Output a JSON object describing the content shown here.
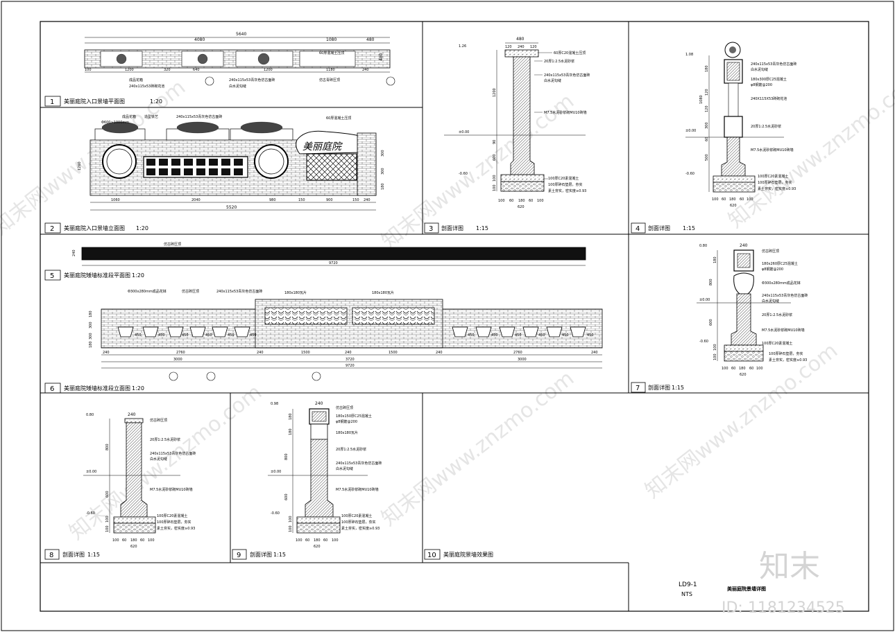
{
  "sheet": {
    "code": "LD9-1",
    "scale_note": "NTS",
    "title": "美丽庭院景墙详图",
    "brand": "知末",
    "id_label": "ID: 1181234525",
    "watermark": "知末网www.znzmo.com"
  },
  "panels": [
    {
      "num": "1",
      "title": "美丽庭院入口景墙平面图",
      "scale": "1:20"
    },
    {
      "num": "2",
      "title": "美丽庭院入口景墙立面图",
      "scale": "1:20"
    },
    {
      "num": "3",
      "title": "剖面详图",
      "scale": "1:15"
    },
    {
      "num": "4",
      "title": "剖面详图",
      "scale": "1:15"
    },
    {
      "num": "5",
      "title": "美丽庭院矮墙标准段平面图",
      "scale": "1:20"
    },
    {
      "num": "6",
      "title": "美丽庭院矮墙标准段立面图",
      "scale": "1:20"
    },
    {
      "num": "7",
      "title": "剖面详图",
      "scale": "1:15"
    },
    {
      "num": "8",
      "title": "剖面详图",
      "scale": "1:15"
    },
    {
      "num": "9",
      "title": "剖面详图",
      "scale": "1:15"
    },
    {
      "num": "10",
      "title": "美丽庭院景墙效果图",
      "scale": ""
    }
  ],
  "p1": {
    "dims_top": [
      "5640",
      "4080",
      "1080",
      "480"
    ],
    "dims_bottom": [
      "100",
      "1200",
      "320",
      "640",
      "1200",
      "1180",
      "240"
    ],
    "notes": [
      "240x115x53青灰色仿古面砖",
      "白水泥勾缝",
      "成品花箱",
      "60厚混凝土压顶",
      "仿古青砖压顶",
      "240x115x53砖砌花池"
    ],
    "wall_height": "480"
  },
  "p2": {
    "sign_text": "美丽庭院",
    "dims_bottom": [
      "1060",
      "2040",
      "980",
      "150",
      "900",
      "150",
      "240"
    ],
    "dim_total": "5520",
    "dims_right": [
      "1260",
      "300",
      "300",
      "180"
    ],
    "notes": [
      "成品花箱",
      "240x115x53青灰色仿古面砖",
      "60厚混凝土压顶",
      "造型铁艺",
      "Φ600~1000mm"
    ]
  },
  "p3": {
    "top_dim": "480",
    "top_sub": [
      "120",
      "240",
      "120"
    ],
    "levels": [
      "1.26",
      "±0.00",
      "-0.60"
    ],
    "vdims": [
      "1200",
      "90",
      "600",
      "100",
      "100"
    ],
    "bottom_dims": [
      "100",
      "60",
      "180",
      "60",
      "100"
    ],
    "base_dim": "620",
    "notes": [
      "60厚C20混凝土压顶",
      "20厚1:2.5水泥砂浆",
      "240x115x53青灰色仿古面砖",
      "白水泥勾缝",
      "M7.5水泥砂浆砌MU10砖墙",
      "100厚C20素混凝土",
      "100厚碎石垫层，夯实",
      "素土夯实，密实度≥0.93"
    ]
  },
  "p4": {
    "levels": [
      "1.08",
      "±0.00",
      "-0.60"
    ],
    "vdims": [
      "1080",
      "180",
      "120",
      "120",
      "300",
      "60",
      "500"
    ],
    "bottom_dims": [
      "100",
      "60",
      "180",
      "60",
      "100"
    ],
    "base_dim": "620",
    "notes": [
      "240x115x53青灰色仿古面砖",
      "白水泥勾缝",
      "180x300厚C25混凝土",
      "φ8钢筋@200",
      "240X115X53砖砌花池",
      "20厚1:2.5水泥砂浆",
      "M7.5水泥砂浆砌MU10砖墙",
      "100厚C20素混凝土",
      "100厚碎石垫层，夯实",
      "素土夯实，密实度≥0.93"
    ]
  },
  "p5": {
    "note": "仿古砖压顶",
    "thickness": "240",
    "length": "9720"
  },
  "p6": {
    "notes_top": [
      "Φ300x280mm成品花钵",
      "仿古砖压顶",
      "240x115x53青灰色仿古面砖",
      "180x180瓦片",
      "180x180瓦片"
    ],
    "pot_labels": [
      "450",
      "450",
      "450",
      "450",
      "450",
      "450",
      "450",
      "450",
      "450",
      "450",
      "450",
      "450"
    ],
    "dims_row1": [
      "240",
      "2760",
      "240",
      "1500",
      "240",
      "1500",
      "240",
      "2760",
      "240"
    ],
    "dims_row2": [
      "3000",
      "3720",
      "3000"
    ],
    "dim_total": "9720",
    "dims_left": [
      "180",
      "300",
      "300",
      "180"
    ]
  },
  "p7": {
    "top_dim": "240",
    "levels": [
      "0.80",
      "±0.00",
      "-0.60"
    ],
    "vdims": [
      "180",
      "800",
      "600",
      "100",
      "100"
    ],
    "bottom_dims": [
      "100",
      "60",
      "180",
      "60",
      "100"
    ],
    "base_dim": "620",
    "notes": [
      "仿古砖压顶",
      "180x260厚C25混凝土",
      "φ8钢筋@200",
      "Φ300x280mm成品花钵",
      "240x115x53青灰色仿古面砖",
      "白水泥勾缝",
      "20厚1:2.5水泥砂浆",
      "M7.5水泥砂浆砌MU10砖墙",
      "100厚C20素混凝土",
      "100厚碎石垫层，夯实",
      "素土夯实，密实度≥0.93"
    ]
  },
  "p8": {
    "top_dim": "240",
    "levels": [
      "0.80",
      "±0.00",
      "-0.60"
    ],
    "vdims": [
      "800",
      "600",
      "100",
      "100"
    ],
    "bottom_dims": [
      "100",
      "60",
      "180",
      "60",
      "100"
    ],
    "base_dim": "620",
    "notes": [
      "仿古砖压顶",
      "20厚1:2.5水泥砂浆",
      "240x115x53青灰色仿古面砖",
      "白水泥勾缝",
      "M7.5水泥砂浆砌MU10砖墙",
      "100厚C20素混凝土",
      "100厚碎石垫层，夯实",
      "素土夯实，密实度≥0.93"
    ]
  },
  "p9": {
    "top_dim": "240",
    "levels": [
      "0.98",
      "±0.00",
      "-0.60"
    ],
    "vdims": [
      "180",
      "180",
      "800",
      "600",
      "100",
      "100"
    ],
    "bottom_dims": [
      "100",
      "60",
      "180",
      "60",
      "100"
    ],
    "base_dim": "620",
    "notes": [
      "仿古砖压顶",
      "180x150厚C25混凝土",
      "φ8钢筋@200",
      "180x180瓦片",
      "20厚1:2.5水泥砂浆",
      "240x115x53青灰色仿古面砖",
      "白水泥勾缝",
      "M7.5水泥砂浆砌MU10砖墙",
      "100厚C20素混凝土",
      "100厚碎石垫层，夯实",
      "素土夯实，密实度≥0.93"
    ]
  }
}
